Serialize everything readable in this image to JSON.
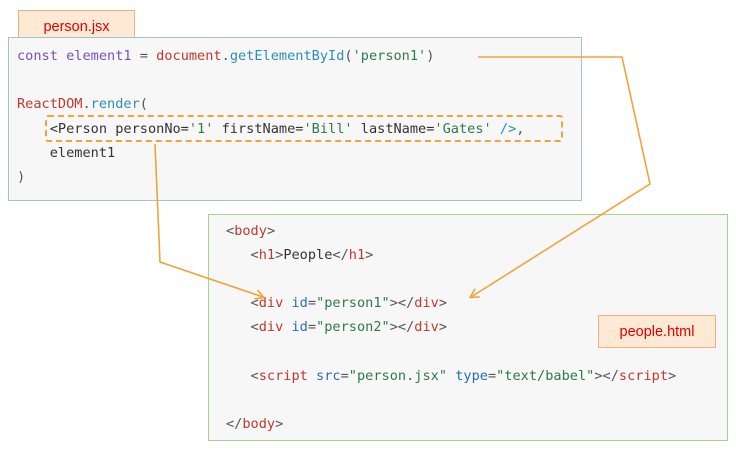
{
  "jsx_file": {
    "label": "person.jsx",
    "lines": [
      {
        "id": "l1",
        "tokens": [
          {
            "t": "const",
            "c": "kw"
          },
          {
            "t": " element1 ",
            "c": "id"
          },
          {
            "t": "=",
            "c": "plain"
          },
          {
            "t": " document",
            "c": "red"
          },
          {
            "t": ".",
            "c": "plain"
          },
          {
            "t": "getElementById",
            "c": "fn"
          },
          {
            "t": "(",
            "c": "plain"
          },
          {
            "t": "'person1'",
            "c": "str"
          },
          {
            "t": ")",
            "c": "plain"
          }
        ]
      },
      {
        "id": "l2",
        "tokens": []
      },
      {
        "id": "l3",
        "tokens": [
          {
            "t": "ReactDOM",
            "c": "red"
          },
          {
            "t": ".",
            "c": "plain"
          },
          {
            "t": "render",
            "c": "fn"
          },
          {
            "t": "(",
            "c": "plain"
          }
        ]
      },
      {
        "id": "l4",
        "tokens": [
          {
            "t": "    <Person personNo=",
            "c": "text"
          },
          {
            "t": "'1'",
            "c": "str"
          },
          {
            "t": " firstName=",
            "c": "text"
          },
          {
            "t": "'Bill'",
            "c": "str"
          },
          {
            "t": " lastName=",
            "c": "text"
          },
          {
            "t": "'Gates'",
            "c": "str"
          },
          {
            "t": " />",
            "c": "fn"
          },
          {
            "t": ",",
            "c": "plain"
          }
        ]
      },
      {
        "id": "l5",
        "tokens": [
          {
            "t": "    element1",
            "c": "text"
          }
        ]
      },
      {
        "id": "l6",
        "tokens": [
          {
            "t": ")",
            "c": "plain"
          }
        ]
      }
    ]
  },
  "html_file": {
    "label": "people.html",
    "lines": [
      {
        "id": "h1",
        "tokens": [
          {
            "t": "<",
            "c": "plain"
          },
          {
            "t": "body",
            "c": "red"
          },
          {
            "t": ">",
            "c": "plain"
          }
        ]
      },
      {
        "id": "h2",
        "tokens": [
          {
            "t": "   <",
            "c": "plain"
          },
          {
            "t": "h1",
            "c": "red"
          },
          {
            "t": ">",
            "c": "plain"
          },
          {
            "t": "People",
            "c": "text"
          },
          {
            "t": "</",
            "c": "plain"
          },
          {
            "t": "h1",
            "c": "red"
          },
          {
            "t": ">",
            "c": "plain"
          }
        ]
      },
      {
        "id": "h3",
        "tokens": []
      },
      {
        "id": "h4",
        "tokens": [
          {
            "t": "   <",
            "c": "plain"
          },
          {
            "t": "div",
            "c": "red"
          },
          {
            "t": " id",
            "c": "attr"
          },
          {
            "t": "=",
            "c": "plain"
          },
          {
            "t": "\"person1\"",
            "c": "str"
          },
          {
            "t": "></",
            "c": "plain"
          },
          {
            "t": "div",
            "c": "red"
          },
          {
            "t": ">",
            "c": "plain"
          }
        ]
      },
      {
        "id": "h5",
        "tokens": [
          {
            "t": "   <",
            "c": "plain"
          },
          {
            "t": "div",
            "c": "red"
          },
          {
            "t": " id",
            "c": "attr"
          },
          {
            "t": "=",
            "c": "plain"
          },
          {
            "t": "\"person2\"",
            "c": "str"
          },
          {
            "t": "></",
            "c": "plain"
          },
          {
            "t": "div",
            "c": "red"
          },
          {
            "t": ">",
            "c": "plain"
          }
        ]
      },
      {
        "id": "h6",
        "tokens": []
      },
      {
        "id": "h7",
        "tokens": [
          {
            "t": "   <",
            "c": "plain"
          },
          {
            "t": "script",
            "c": "red"
          },
          {
            "t": " src",
            "c": "attr"
          },
          {
            "t": "=",
            "c": "plain"
          },
          {
            "t": "\"person.jsx\"",
            "c": "str"
          },
          {
            "t": " type",
            "c": "attr"
          },
          {
            "t": "=",
            "c": "plain"
          },
          {
            "t": "\"text/babel\"",
            "c": "str"
          },
          {
            "t": "></",
            "c": "plain"
          },
          {
            "t": "script",
            "c": "red"
          },
          {
            "t": ">",
            "c": "plain"
          }
        ]
      },
      {
        "id": "h8",
        "tokens": []
      },
      {
        "id": "h9",
        "tokens": [
          {
            "t": "</",
            "c": "plain"
          },
          {
            "t": "body",
            "c": "red"
          },
          {
            "t": ">",
            "c": "plain"
          }
        ]
      }
    ]
  },
  "colors": {
    "arrow": "#f0a43a",
    "jsx_border": "#9fc5cf",
    "html_border": "#a7d38f",
    "label_bg": "#fde9d4",
    "label_text": "#e00000"
  }
}
